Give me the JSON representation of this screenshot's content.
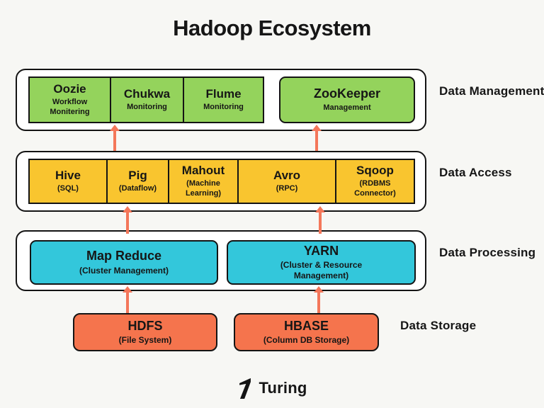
{
  "title": "Hadoop Ecosystem",
  "layers": {
    "management": {
      "label": "Data Management",
      "boxes": [
        {
          "name": "Oozie",
          "sub": "Workflow Monitering"
        },
        {
          "name": "Chukwa",
          "sub": "Monitoring"
        },
        {
          "name": "Flume",
          "sub": "Monitoring"
        },
        {
          "name": "ZooKeeper",
          "sub": "Management"
        }
      ]
    },
    "access": {
      "label": "Data Access",
      "boxes": [
        {
          "name": "Hive",
          "sub": "(SQL)"
        },
        {
          "name": "Pig",
          "sub": "(Dataflow)"
        },
        {
          "name": "Mahout",
          "sub": "(Machine Learning)"
        },
        {
          "name": "Avro",
          "sub": "(RPC)"
        },
        {
          "name": "Sqoop",
          "sub": "(RDBMS Connector)"
        }
      ]
    },
    "processing": {
      "label": "Data Processing",
      "boxes": [
        {
          "name": "Map Reduce",
          "sub": "(Cluster Management)"
        },
        {
          "name": "YARN",
          "sub": "(Cluster & Resource Management)"
        }
      ]
    },
    "storage": {
      "label": "Data Storage",
      "boxes": [
        {
          "name": "HDFS",
          "sub": "(File System)"
        },
        {
          "name": "HBASE",
          "sub": "(Column DB Storage)"
        }
      ]
    }
  },
  "footer": {
    "brand": "Turing"
  },
  "colors": {
    "green": "#94d35c",
    "yellow": "#f9c52f",
    "cyan": "#33c7db",
    "orange": "#f5744d",
    "arrow": "#f4775a",
    "border": "#141414",
    "background": "#f7f7f4",
    "panel": "#ffffff"
  }
}
